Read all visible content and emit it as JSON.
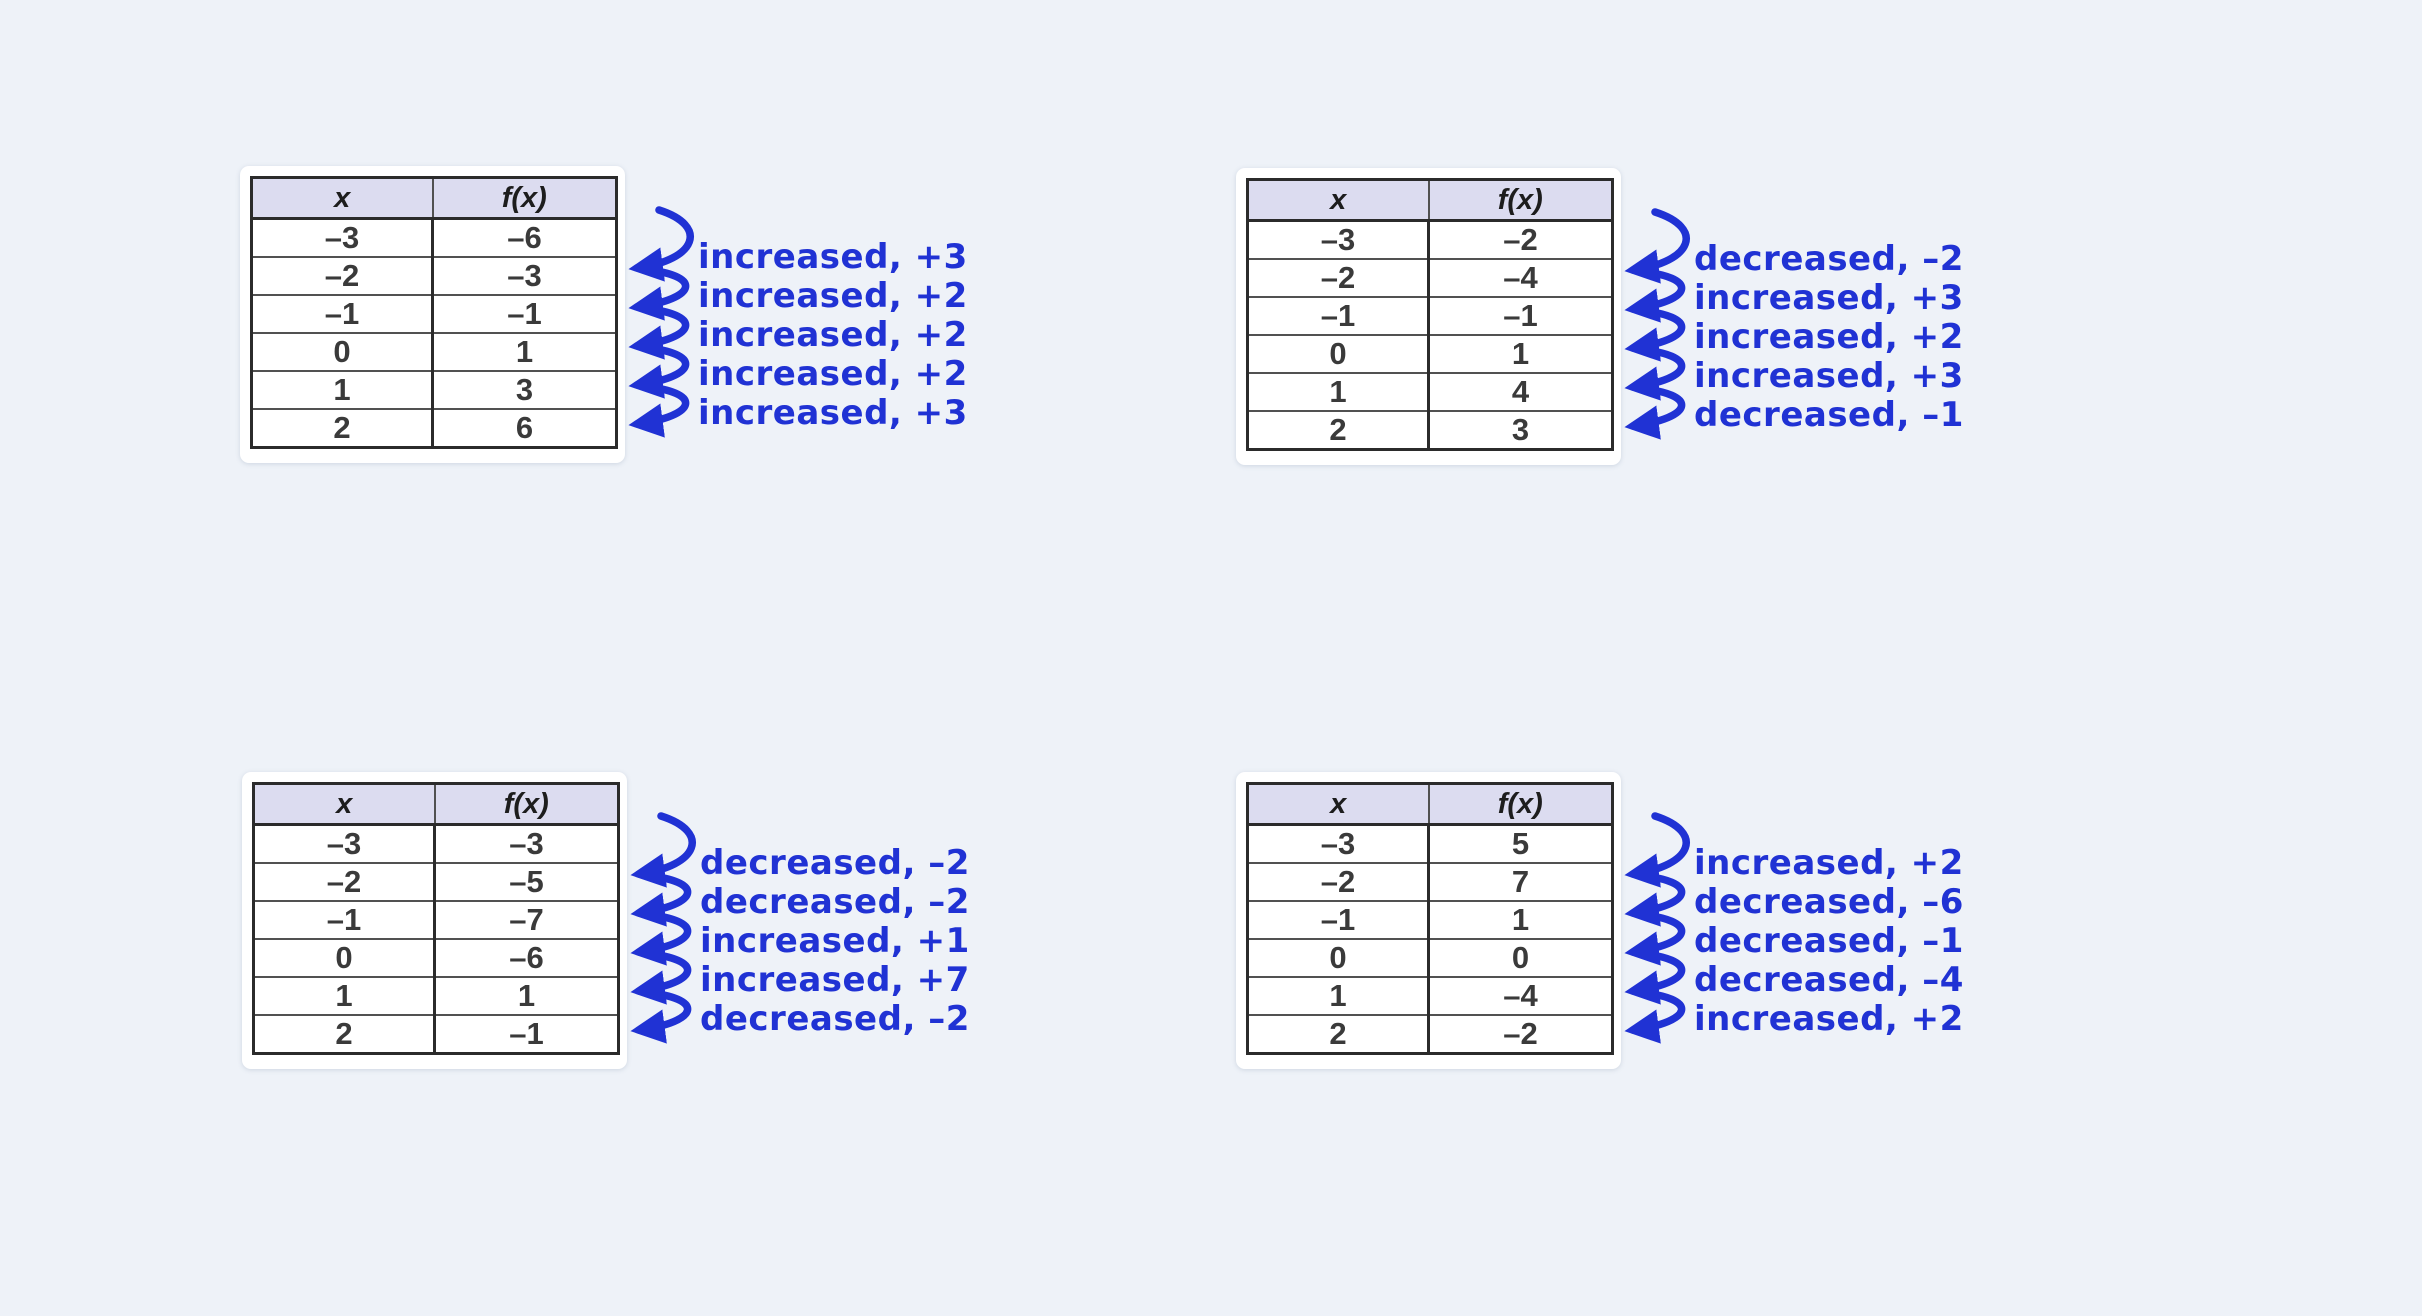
{
  "page": {
    "background_color": "#eef2f8",
    "annotation_color": "#2032d4",
    "table_header_bg": "#dcdcf0",
    "table_border_color": "#2b2b2b"
  },
  "quadrants": [
    {
      "name": "top-left",
      "table": {
        "headers": [
          "x",
          "f(x)"
        ],
        "rows": [
          [
            "–3",
            "–6"
          ],
          [
            "–2",
            "–3"
          ],
          [
            "–1",
            "–1"
          ],
          [
            "0",
            "1"
          ],
          [
            "1",
            "3"
          ],
          [
            "2",
            "6"
          ]
        ]
      },
      "annotations": [
        "increased, +3",
        "increased, +2",
        "increased, +2",
        "increased, +2",
        "increased, +3"
      ]
    },
    {
      "name": "top-right",
      "table": {
        "headers": [
          "x",
          "f(x)"
        ],
        "rows": [
          [
            "–3",
            "–2"
          ],
          [
            "–2",
            "–4"
          ],
          [
            "–1",
            "–1"
          ],
          [
            "0",
            "1"
          ],
          [
            "1",
            "4"
          ],
          [
            "2",
            "3"
          ]
        ]
      },
      "annotations": [
        "decreased, –2",
        "increased, +3",
        "increased, +2",
        "increased, +3",
        "decreased, –1"
      ]
    },
    {
      "name": "bottom-left",
      "table": {
        "headers": [
          "x",
          "f(x)"
        ],
        "rows": [
          [
            "–3",
            "–3"
          ],
          [
            "–2",
            "–5"
          ],
          [
            "–1",
            "–7"
          ],
          [
            "0",
            "–6"
          ],
          [
            "1",
            "1"
          ],
          [
            "2",
            "–1"
          ]
        ]
      },
      "annotations": [
        "decreased, –2",
        "decreased, –2",
        "increased, +1",
        "increased, +7",
        "decreased, –2"
      ]
    },
    {
      "name": "bottom-right",
      "table": {
        "headers": [
          "x",
          "f(x)"
        ],
        "rows": [
          [
            "–3",
            "5"
          ],
          [
            "–2",
            "7"
          ],
          [
            "–1",
            "1"
          ],
          [
            "0",
            "0"
          ],
          [
            "1",
            "–4"
          ],
          [
            "2",
            "–2"
          ]
        ]
      },
      "annotations": [
        "increased, +2",
        "decreased, –6",
        "decreased, –1",
        "decreased, –4",
        "increased, +2"
      ]
    }
  ]
}
